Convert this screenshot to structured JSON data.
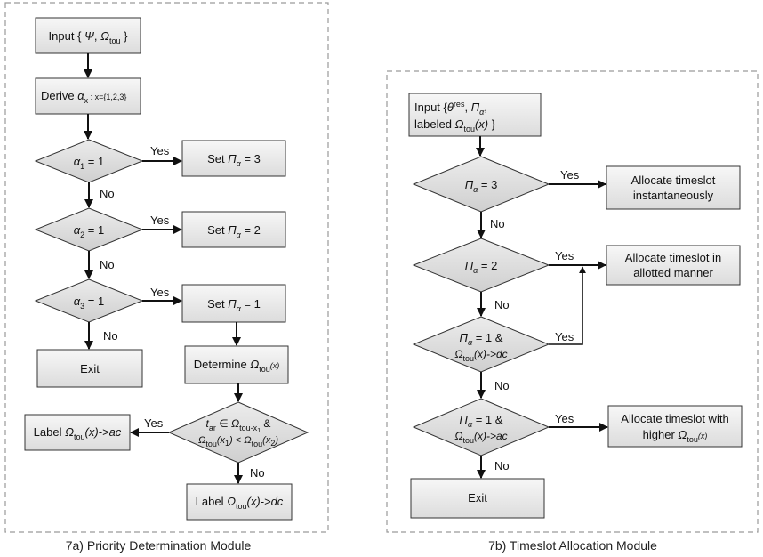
{
  "module_a": {
    "caption": "7a) Priority Determination Module",
    "input": {
      "prefix": "Input { ",
      "psi": "Ψ",
      "sep": ", ",
      "omega": "Ω",
      "omega_sub": "tou",
      "suffix": " }"
    },
    "derive": {
      "prefix": "Derive ",
      "alpha": "α",
      "alpha_sub": "x",
      "range": " : x={1,2,3}"
    },
    "decisions": [
      {
        "alpha": "α",
        "sub": "1",
        "rest": " = 1"
      },
      {
        "alpha": "α",
        "sub": "2",
        "rest": " = 1"
      },
      {
        "alpha": "α",
        "sub": "3",
        "rest": " = 1"
      }
    ],
    "set_boxes": [
      {
        "prefix": "Set ",
        "pi": "Π",
        "alpha": "α",
        "rest": " = 3"
      },
      {
        "prefix": "Set ",
        "pi": "Π",
        "alpha": "α",
        "rest": " = 2"
      },
      {
        "prefix": "Set ",
        "pi": "Π",
        "alpha": "α",
        "rest": " = 1"
      }
    ],
    "exit": "Exit",
    "determine": {
      "prefix": "Determine ",
      "omega": "Ω",
      "sub": "tou",
      "arg": "(x)"
    },
    "condition": {
      "line1_t": "t",
      "line1_t_sub": "ar",
      "line1_in": " ∈ ",
      "line1_omega": "Ω",
      "line1_sub": "tou-x",
      "line1_sub2": "1",
      "line1_amp": " &",
      "line2_omega": "Ω",
      "line2_sub": "tou",
      "line2_arg": "(x",
      "line2_arg_sub": "1",
      "line2_close": ")",
      "line2_lt": " < ",
      "line2_omega2": "Ω",
      "line2_sub2": "tou",
      "line2_arg2": "(x",
      "line2_arg2_sub": "2",
      "line2_close2": ")"
    },
    "label_ac": {
      "prefix": "Label ",
      "omega": "Ω",
      "sub": "tou",
      "arg": "(x)->ac"
    },
    "label_dc": {
      "prefix": "Label ",
      "omega": "Ω",
      "sub": "tou",
      "arg": "(x)->dc"
    },
    "edge_labels": {
      "yes": "Yes",
      "no": "No"
    }
  },
  "module_b": {
    "caption": "7b) Timeslot Allocation Module",
    "input": {
      "l1_prefix": "Input {",
      "theta": "θ",
      "theta_sup": "res",
      "sep": ", ",
      "pi": "Π",
      "alpha": "α",
      "comma": ",",
      "l2_prefix": "labeled ",
      "omega": "Ω",
      "sub": "tou",
      "arg": "(x)",
      "l2_suffix": " }"
    },
    "decisions": [
      {
        "pi": "Π",
        "alpha": "α",
        "rest": " = 3"
      },
      {
        "pi": "Π",
        "alpha": "α",
        "rest": " = 2"
      },
      {
        "pi": "Π",
        "alpha": "α",
        "rest": " = 1 &",
        "l2_omega": "Ω",
        "l2_sub": "tou",
        "l2_arg": "(x)->dc"
      },
      {
        "pi": "Π",
        "alpha": "α",
        "rest": " = 1 &",
        "l2_omega": "Ω",
        "l2_sub": "tou",
        "l2_arg": "(x)->ac"
      }
    ],
    "actions": [
      {
        "line1": "Allocate timeslot",
        "line2": "instantaneously"
      },
      {
        "line1": "Allocate timeslot in",
        "line2": "allotted manner"
      },
      {
        "line1": "Allocate timeslot with",
        "line2_prefix": "higher  ",
        "omega": "Ω",
        "sub": "tou",
        "arg": "(x)"
      }
    ],
    "exit": "Exit",
    "edge_labels": {
      "yes": "Yes",
      "no": "No"
    }
  }
}
